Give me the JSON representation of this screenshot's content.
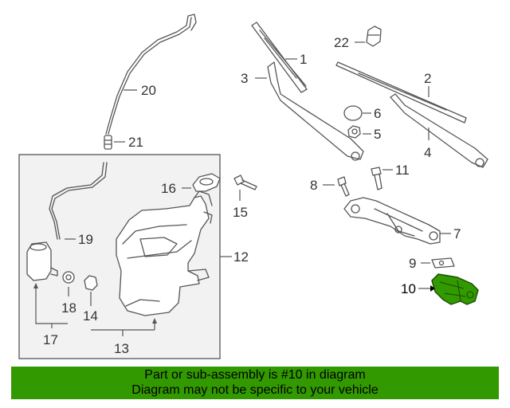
{
  "callouts": {
    "c1": "1",
    "c2": "2",
    "c3": "3",
    "c4": "4",
    "c5": "5",
    "c6": "6",
    "c7": "7",
    "c8": "8",
    "c9": "9",
    "c10": "10",
    "c11": "11",
    "c12": "12",
    "c13": "13",
    "c14": "14",
    "c15": "15",
    "c16": "16",
    "c17": "17",
    "c18": "18",
    "c19": "19",
    "c20": "20",
    "c21": "21",
    "c22": "22"
  },
  "highlight": {
    "part": "10",
    "color": "#339900"
  },
  "banner": {
    "line1": "Part or sub-assembly is #10 in diagram",
    "line2": "Diagram may not be specific to your vehicle",
    "background": "#339900"
  }
}
